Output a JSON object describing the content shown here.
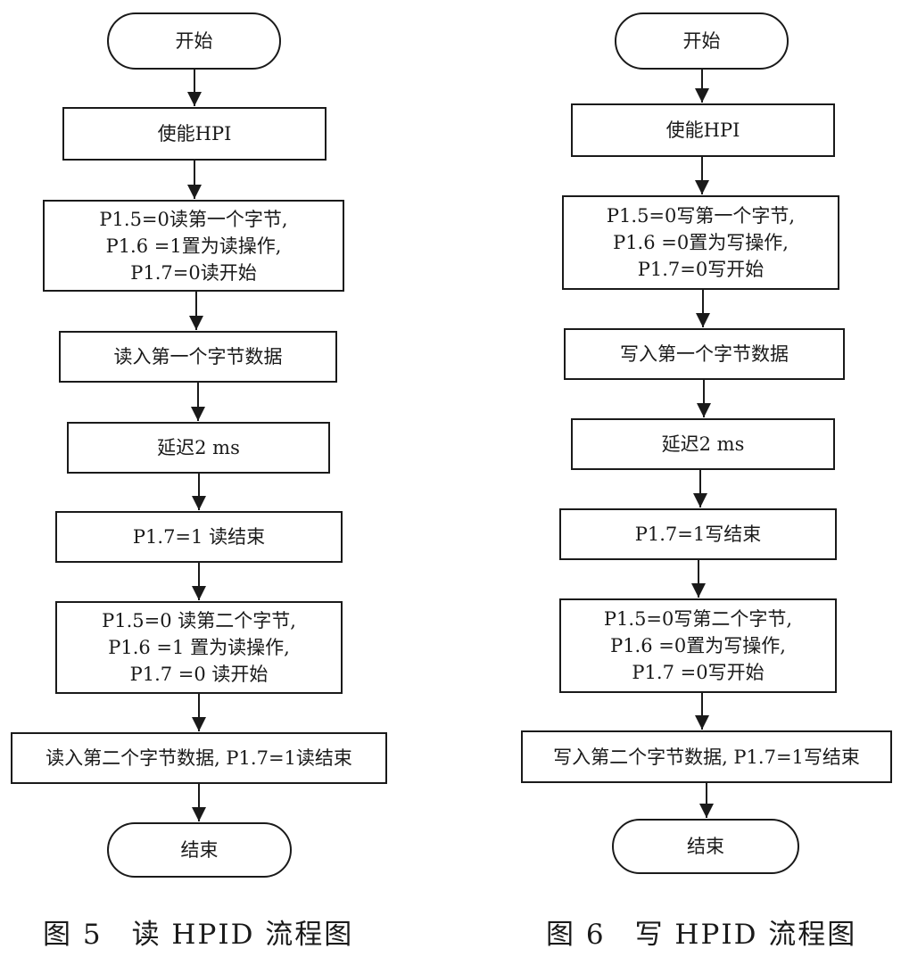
{
  "flowcharts": [
    {
      "id": "read",
      "caption": "图 5　读 HPID 流程图",
      "nodes": [
        {
          "id": "start",
          "shape": "terminal",
          "text": "开始"
        },
        {
          "id": "enable",
          "shape": "process",
          "text": "使能HPI"
        },
        {
          "id": "set1",
          "shape": "process",
          "text": "P1.5=0读第一个字节,\nP1.6 =1置为读操作,\nP1.7=0读开始"
        },
        {
          "id": "data1",
          "shape": "process",
          "text": "读入第一个字节数据"
        },
        {
          "id": "delay",
          "shape": "process",
          "text": "延迟2 ms"
        },
        {
          "id": "end1",
          "shape": "process",
          "text": "P1.7=1 读结束"
        },
        {
          "id": "set2",
          "shape": "process",
          "text": "P1.5=0 读第二个字节,\nP1.6 =1 置为读操作,\nP1.7 =0 读开始"
        },
        {
          "id": "data2",
          "shape": "process",
          "text": "读入第二个字节数据, P1.7=1读结束"
        },
        {
          "id": "stop",
          "shape": "terminal",
          "text": "结束"
        }
      ],
      "edges": [
        {
          "from": "start",
          "to": "enable"
        },
        {
          "from": "enable",
          "to": "set1"
        },
        {
          "from": "set1",
          "to": "data1"
        },
        {
          "from": "data1",
          "to": "delay"
        },
        {
          "from": "delay",
          "to": "end1"
        },
        {
          "from": "end1",
          "to": "set2"
        },
        {
          "from": "set2",
          "to": "data2"
        },
        {
          "from": "data2",
          "to": "stop"
        }
      ]
    },
    {
      "id": "write",
      "caption": "图 6　写 HPID 流程图",
      "nodes": [
        {
          "id": "start",
          "shape": "terminal",
          "text": "开始"
        },
        {
          "id": "enable",
          "shape": "process",
          "text": "使能HPI"
        },
        {
          "id": "set1",
          "shape": "process",
          "text": "P1.5=0写第一个字节,\nP1.6 =0置为写操作,\nP1.7=0写开始"
        },
        {
          "id": "data1",
          "shape": "process",
          "text": "写入第一个字节数据"
        },
        {
          "id": "delay",
          "shape": "process",
          "text": "延迟2 ms"
        },
        {
          "id": "end1",
          "shape": "process",
          "text": "P1.7=1写结束"
        },
        {
          "id": "set2",
          "shape": "process",
          "text": "P1.5=0写第二个字节,\nP1.6 =0置为写操作,\nP1.7 =0写开始"
        },
        {
          "id": "data2",
          "shape": "process",
          "text": "写入第二个字节数据, P1.7=1写结束"
        },
        {
          "id": "stop",
          "shape": "terminal",
          "text": "结束"
        }
      ],
      "edges": [
        {
          "from": "start",
          "to": "enable"
        },
        {
          "from": "enable",
          "to": "set1"
        },
        {
          "from": "set1",
          "to": "data1"
        },
        {
          "from": "data1",
          "to": "delay"
        },
        {
          "from": "delay",
          "to": "end1"
        },
        {
          "from": "end1",
          "to": "set2"
        },
        {
          "from": "set2",
          "to": "data2"
        },
        {
          "from": "data2",
          "to": "stop"
        }
      ]
    }
  ]
}
